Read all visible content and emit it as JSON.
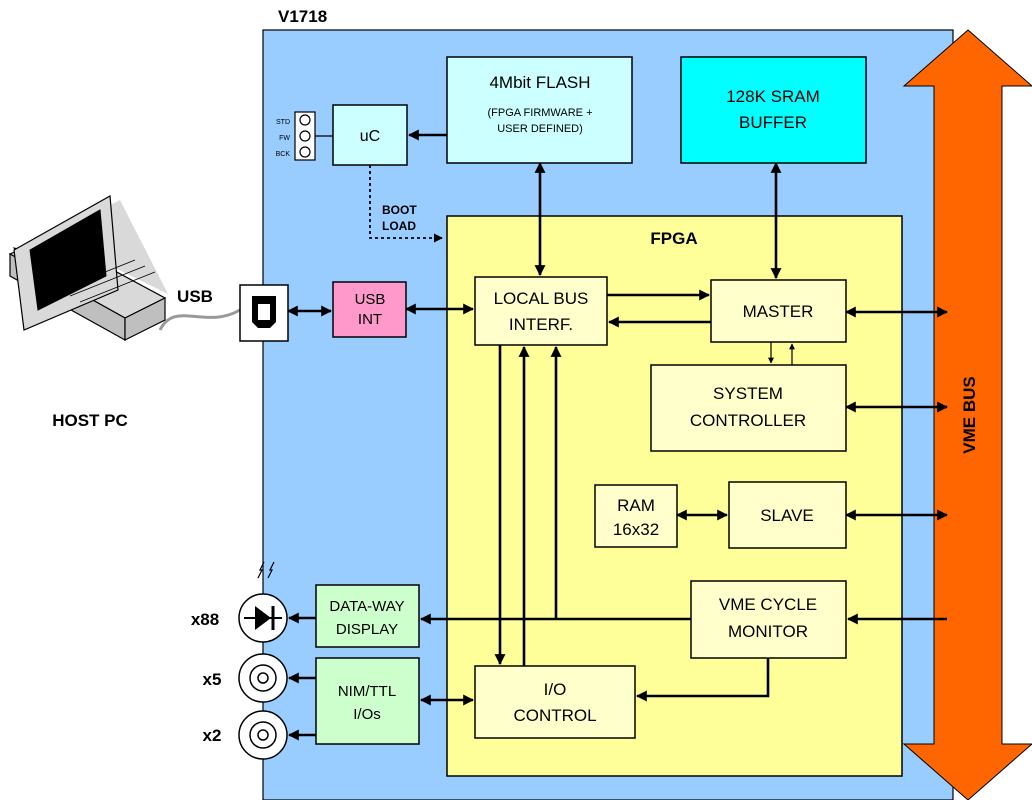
{
  "board": {
    "name": "V1718"
  },
  "vme_bus": {
    "label": "VME BUS"
  },
  "host": {
    "label": "HOST PC",
    "usb_label": "USB"
  },
  "switch": {
    "positions": [
      "STD",
      "FW",
      "BCK"
    ]
  },
  "blocks": {
    "uc": "uC",
    "flash": {
      "title": "4Mbit FLASH",
      "line1": "(FPGA FIRMWARE +",
      "line2": "USER DEFINED)"
    },
    "sram": {
      "line1": "128K SRAM",
      "line2": "BUFFER"
    },
    "boot": {
      "line1": "BOOT",
      "line2": "LOAD"
    },
    "fpga": "FPGA",
    "usb_int": {
      "line1": "USB",
      "line2": "INT"
    },
    "local_bus": {
      "line1": "LOCAL BUS",
      "line2": "INTERF."
    },
    "master": "MASTER",
    "sys_ctrl": {
      "line1": "SYSTEM",
      "line2": "CONTROLLER"
    },
    "ram": {
      "line1": "RAM",
      "line2": "16x32"
    },
    "slave": "SLAVE",
    "vme_cycle": {
      "line1": "VME CYCLE",
      "line2": "MONITOR"
    },
    "io_ctrl": {
      "line1": "I/O",
      "line2": "CONTROL"
    },
    "display": {
      "line1": "DATA-WAY",
      "line2": "DISPLAY"
    },
    "nim_ttl": {
      "line1": "NIM/TTL",
      "line2": "I/Os"
    }
  },
  "connectors": {
    "leds": "x88",
    "lemo_a": "x5",
    "lemo_b": "x2"
  },
  "colors": {
    "board": "#99ccff",
    "fpga": "#ffff99",
    "flash": "#ccffff",
    "sram": "#00ffff",
    "usb_int": "#ff99cc",
    "fpga_block": "#ffffcc",
    "io_block": "#ccffcc",
    "vme_bus": "#ff6600"
  }
}
